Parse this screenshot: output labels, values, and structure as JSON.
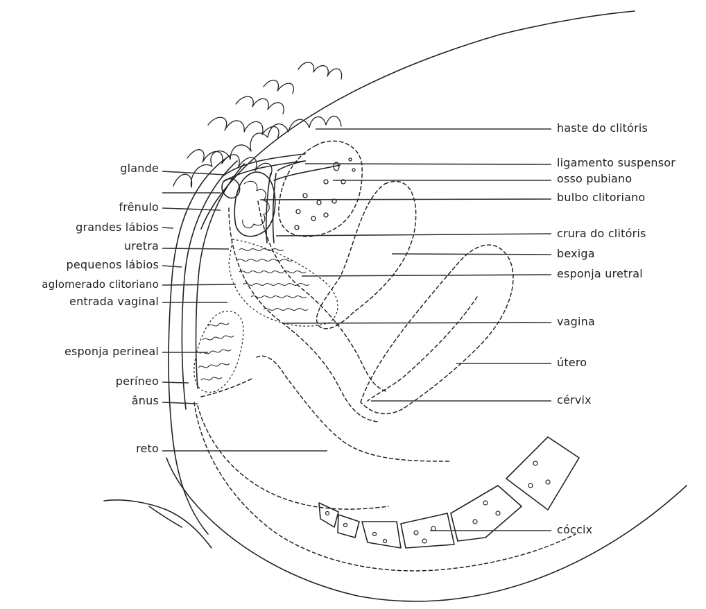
{
  "colors": {
    "ink": "#222222",
    "leader": "#333333",
    "background": "#ffffff"
  },
  "labels_left": [
    {
      "id": "glande",
      "text": "glande"
    },
    {
      "id": "frenulo",
      "text": "frênulo"
    },
    {
      "id": "grandes-labios",
      "text": "grandes lábios"
    },
    {
      "id": "uretra",
      "text": "uretra"
    },
    {
      "id": "pequenos-labios",
      "text": "pequenos lábios"
    },
    {
      "id": "aglomerado-clitoriano",
      "text": "aglomerado clitoriano"
    },
    {
      "id": "entrada-vaginal",
      "text": "entrada vaginal"
    },
    {
      "id": "esponja-perineal",
      "text": "esponja perineal"
    },
    {
      "id": "perineo",
      "text": "períneo"
    },
    {
      "id": "anus",
      "text": "ânus"
    },
    {
      "id": "reto",
      "text": "reto"
    }
  ],
  "labels_right": [
    {
      "id": "haste-do-clitoris",
      "text": "haste do clitóris"
    },
    {
      "id": "ligamento-suspensor",
      "text": "ligamento suspensor"
    },
    {
      "id": "osso-pubiano",
      "text": "osso pubiano"
    },
    {
      "id": "bulbo-clitoriano",
      "text": "bulbo clitoriano"
    },
    {
      "id": "crura-do-clitoris",
      "text": "crura do clitóris"
    },
    {
      "id": "bexiga",
      "text": "bexiga"
    },
    {
      "id": "esponja-uretral",
      "text": "esponja uretral"
    },
    {
      "id": "vagina",
      "text": "vagina"
    },
    {
      "id": "utero",
      "text": "útero"
    },
    {
      "id": "cervix",
      "text": "cérvix"
    },
    {
      "id": "coccix",
      "text": "cóccix"
    }
  ]
}
